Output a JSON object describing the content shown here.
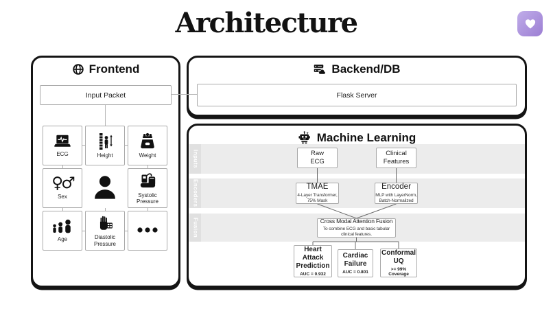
{
  "page": {
    "title": "Architecture"
  },
  "colors": {
    "accent_purple_light": "#c0ade9",
    "accent_purple_dark": "#9c7ed3",
    "panel_border": "#141414",
    "band_bg": "#ececec",
    "band_strip_bg": "#e0e0e0",
    "connector_gray": "#b5b5b5"
  },
  "frontend": {
    "title": "Frontend",
    "icon": "globe-icon",
    "input_packet": "Input Packet",
    "cells": [
      {
        "label": "ECG",
        "icon": "ecg-monitor-icon"
      },
      {
        "label": "Height",
        "icon": "height-icon"
      },
      {
        "label": "Weight",
        "icon": "weight-scale-icon"
      },
      {
        "label": "Sex",
        "icon": "sex-icon",
        "glyphs": "♀♂"
      },
      {
        "label": "",
        "icon": "person-icon"
      },
      {
        "label": "Systolic Pressure",
        "icon": "blood-pressure-cuff-icon"
      },
      {
        "label": "Age",
        "icon": "age-group-icon"
      },
      {
        "label": "Diastolic Pressure",
        "icon": "hand-gauge-icon"
      },
      {
        "label": "",
        "icon": "ellipsis-icon"
      }
    ]
  },
  "backend": {
    "title": "Backend/DB",
    "icon": "server-icon",
    "flask_server": "Flask Server"
  },
  "ml": {
    "title": "Machine Learning",
    "icon": "robot-icon",
    "bands": [
      {
        "label": "Inputs"
      },
      {
        "label": "Encoders"
      },
      {
        "label": "Fusion"
      }
    ],
    "inputs": [
      {
        "title": "Raw\nECG"
      },
      {
        "title": "Clinical\nFeatures"
      }
    ],
    "encoders": [
      {
        "title": "TMAE",
        "subtitle": "4-Layer Transformer,\n75% Mask"
      },
      {
        "title": "Encoder",
        "subtitle": "MLP with LayerNorm,\nBatch-Normalized"
      }
    ],
    "fusion": {
      "title": "Cross Modal Attention Fusion",
      "subtitle": "To combine ECG and basic tabular\nclinical features."
    },
    "outputs": [
      {
        "title": "Heart\nAttack\nPrediction",
        "metric": "AUC = 0.932"
      },
      {
        "title": "Cardiac\nFailure",
        "metric": "AUC = 0.801"
      },
      {
        "title": "Conformal\nUQ",
        "metric": ">= 99% Coverage"
      }
    ]
  }
}
